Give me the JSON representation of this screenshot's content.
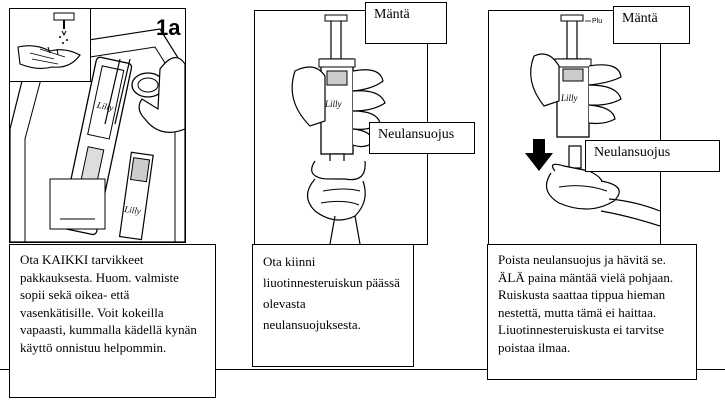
{
  "panel1": {
    "step_label": "1a",
    "syringe_brand": "Lilly",
    "pen_brand": "Lilly",
    "description": "Ota KAIKKI tarvikkeet pakkauksesta. Huom. valmiste sopii sekä oikea- että vasenkätisille. Voit kokeilla vapaasti, kummalla kädellä kynän käyttö onnistuu helpommin."
  },
  "panel2": {
    "syringe_brand": "Lilly",
    "callout_plunger": "Mäntä",
    "callout_needle_cap": "Neulansuojus",
    "description": "Ota kiinni liuotinnesteruiskun päässä olevasta neulansuojuksesta."
  },
  "panel3": {
    "syringe_brand": "Lilly",
    "plunger_tag": "Plu",
    "callout_plunger": "Mäntä",
    "callout_needle_cap": "Neulansuojus",
    "description": "Poista neulansuojus ja hävitä se. ÄLÄ paina mäntää vielä pohjaan. Ruiskusta saattaa tippua hieman nestettä, mutta tämä ei haittaa. Liuotinnesteruiskusta ei tarvitse poistaa ilmaa."
  }
}
